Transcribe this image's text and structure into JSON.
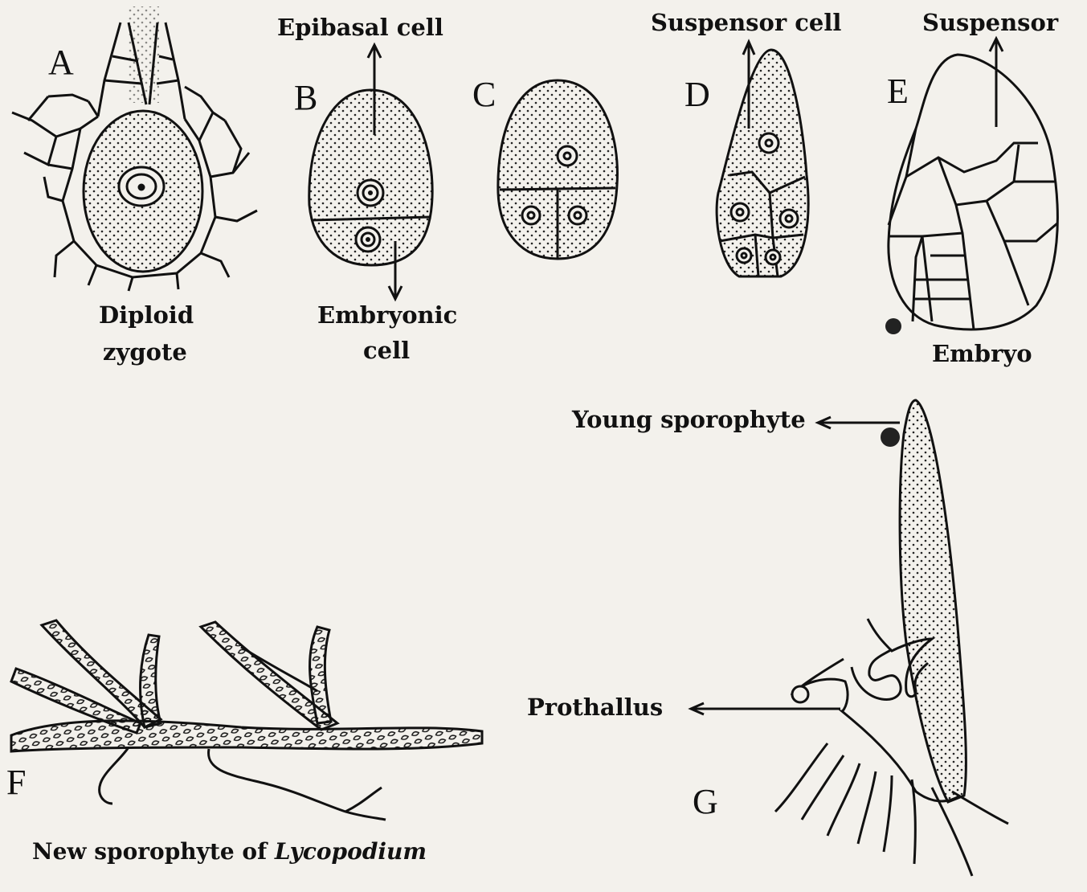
{
  "figure": {
    "panel_letters": [
      "A",
      "B",
      "C",
      "D",
      "E",
      "F",
      "G"
    ],
    "labels": {
      "a_line1": "Diploid",
      "a_line2": "zygote",
      "b_top": "Epibasal cell",
      "b_bottom_line1": "Embryonic",
      "b_bottom_line2": "cell",
      "d_top": "Suspensor cell",
      "e_top": "Suspensor",
      "e_bottom": "Embryo",
      "g_top": "Young sporophyte",
      "g_middle": "Prothallus"
    },
    "caption": {
      "prefix": "New sporophyte of ",
      "italic": "Lycopodium"
    }
  }
}
